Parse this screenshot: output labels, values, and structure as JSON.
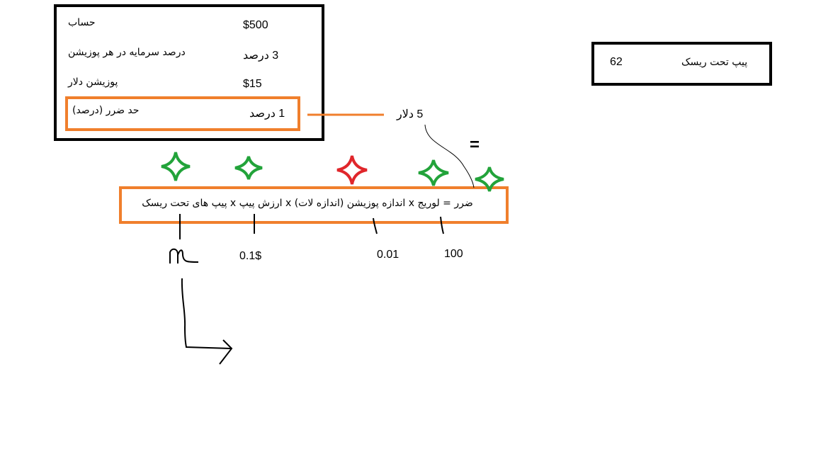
{
  "params_table": {
    "rows": [
      {
        "label": "حساب",
        "value": "$500"
      },
      {
        "label": "درصد سرمایه در هر پوزیشن",
        "value": "3 درصد"
      },
      {
        "label": "پوزیشن دلار",
        "value": "$15"
      },
      {
        "label": "حد ضرر (درصد)",
        "value": "1 درصد"
      }
    ]
  },
  "stop_loss_dollar": "5 دلار",
  "equals_mark": "=",
  "pip_box": {
    "label": "پیپ تحت ریسک",
    "value": "62"
  },
  "formula": "ضرر = لوریج  x  اندازه پوزیشن (اندازه لات) x ارزش پیپ x پیپ های تحت ریسک",
  "values": {
    "pip_value": "0.1$",
    "lot_size": "0.01",
    "leverage": "100"
  },
  "colors": {
    "accent_orange": "#f07f2c",
    "star_green": "#22a33a",
    "star_red": "#e0262b"
  }
}
